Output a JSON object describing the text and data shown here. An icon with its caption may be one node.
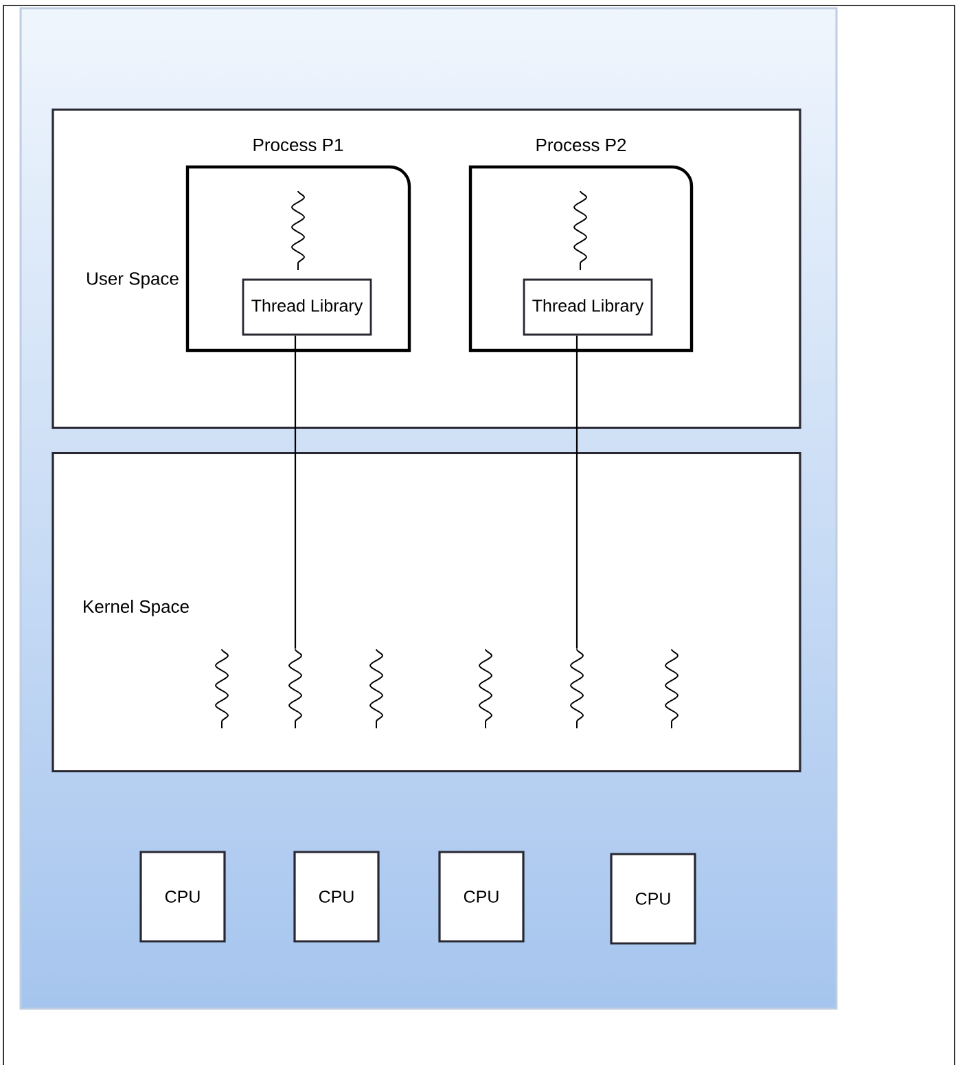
{
  "diagram": {
    "nodes": [
      {
        "text": [
          "User Space"
        ]
      },
      {
        "text": [
          "Process P1"
        ],
        "in": 0
      },
      {
        "text": [],
        "shape": "wave",
        "in": 1
      },
      {
        "text": [
          "Thread Library"
        ],
        "in": 1
      },
      {
        "text": [
          "Process P2"
        ],
        "in": 0
      },
      {
        "text": [],
        "shape": "wave",
        "in": 4
      },
      {
        "text": [
          "Thread Library"
        ],
        "in": 4
      },
      {
        "text": [
          "Kernel Space"
        ]
      },
      {
        "text": [],
        "shape": "wave",
        "in": 7
      },
      {
        "text": [],
        "shape": "wave",
        "in": 7
      },
      {
        "text": [],
        "shape": "wave",
        "in": 7
      },
      {
        "text": [],
        "shape": "wave",
        "in": 7
      },
      {
        "text": [],
        "shape": "wave",
        "in": 7
      },
      {
        "text": [],
        "shape": "wave",
        "in": 7
      },
      {
        "text": [
          "CPU"
        ]
      },
      {
        "text": [
          "CPU"
        ]
      },
      {
        "text": [
          "CPU"
        ]
      },
      {
        "text": [
          "CPU"
        ]
      }
    ],
    "edges": [
      {
        "from": 3,
        "to": 9,
        "arrow": "none"
      },
      {
        "from": 6,
        "to": 12,
        "arrow": "none"
      }
    ]
  }
}
